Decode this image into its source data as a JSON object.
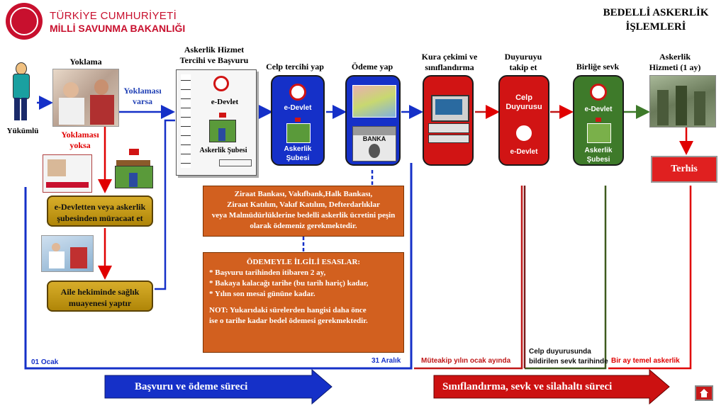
{
  "header": {
    "org_line1": "TÜRKİYE CUMHURİYETİ",
    "org_line2": "MİLLİ SAVUNMA BAKANLIĞI",
    "title_line1": "BEDELLİ ASKERLİK",
    "title_line2": "İŞLEMLERİ"
  },
  "left": {
    "yukumlu": "Yükümlü",
    "yoklama": "Yoklama",
    "yoklamasi_varsa_1": "Yoklaması",
    "yoklamasi_varsa_2": "varsa",
    "yoklamasi_yoksa_1": "Yoklaması",
    "yoklamasi_yoksa_2": "yoksa",
    "edevlet_box_1": "e-Devletten veya askerlik",
    "edevlet_box_2": "şubesinden müracaat  et",
    "aile_box_1": "Aile hekiminde sağlık",
    "aile_box_2": "muayenesi yaptır"
  },
  "steps": {
    "tercih_1": "Askerlik Hizmet",
    "tercih_2": "Tercihi ve Başvuru",
    "tercih_edevlet": "e-Devlet",
    "tercih_sube": "Askerlik Şubesi",
    "celp_title": "Celp tercihi yap",
    "celp_edevlet": "e-Devlet",
    "celp_sube_1": "Askerlik",
    "celp_sube_2": "Şubesi",
    "odeme_title": "Ödeme yap",
    "banka": "BANKA",
    "kura_1": "Kura çekimi ve",
    "kura_2": "sınıflandırma",
    "duyuru_1": "Duyuruyu",
    "duyuru_2": "takip et",
    "duyuru_box_1": "Celp",
    "duyuru_box_2": "Duyurusu",
    "duyuru_edevlet": "e-Devlet",
    "sevk_title": "Birliğe sevk",
    "sevk_edevlet": "e-Devlet",
    "sevk_sube_1": "Askerlik",
    "sevk_sube_2": "Şubesi",
    "hizmet_1": "Askerlik",
    "hizmet_2": "Hizmeti (1 ay)",
    "terhis": "Terhis"
  },
  "notes": {
    "bank_1": "Ziraat Bankası, Vakıfbank,Halk Bankası,",
    "bank_2": "Ziraat Katılım, Vakıf  Katılım, Defterdarlıklar",
    "bank_3": "veya Malmüdürlüklerine bedelli askerlik ücretini peşin",
    "bank_4": "olarak ödemeniz gerekmektedir.",
    "esas_title": "ÖDEMEYLE İLGİLİ ESASLAR:",
    "esas_1": "* Başvuru tarihinden  itibaren 2 ay,",
    "esas_2": "* Bakaya kalacağı tarihe (bu tarih hariç) kadar,",
    "esas_3": "* Yılın  son mesai gününe  kadar.",
    "not_1": "NOT: Yukarıdaki sürelerden hangisi daha önce",
    "not_2": "ise o tarihe kadar bedel ödemesi gerekmektedir."
  },
  "timeline": {
    "start": "01 Ocak",
    "end": "31 Aralık",
    "muteakip": "Müteakip yılın ocak ayında",
    "celp_1": "Celp duyurusunda",
    "celp_2": "bildirilen sevk tarihinde",
    "bir_ay": "Bir ay temel askerlik",
    "phase1": "Başvuru ve ödeme süreci",
    "phase2": "Sınıflandırma,  sevk ve silahaltı  süreci"
  },
  "colors": {
    "blue": "#1530c8",
    "red": "#d11414",
    "green": "#3e7a2a",
    "orange": "#d2601f",
    "gold": "#c9a01a"
  },
  "icons": [
    "emblem-icon",
    "person-icon",
    "checklist-icon",
    "building-icon",
    "money-icon",
    "bank-icon",
    "computer-icon",
    "home-icon"
  ]
}
